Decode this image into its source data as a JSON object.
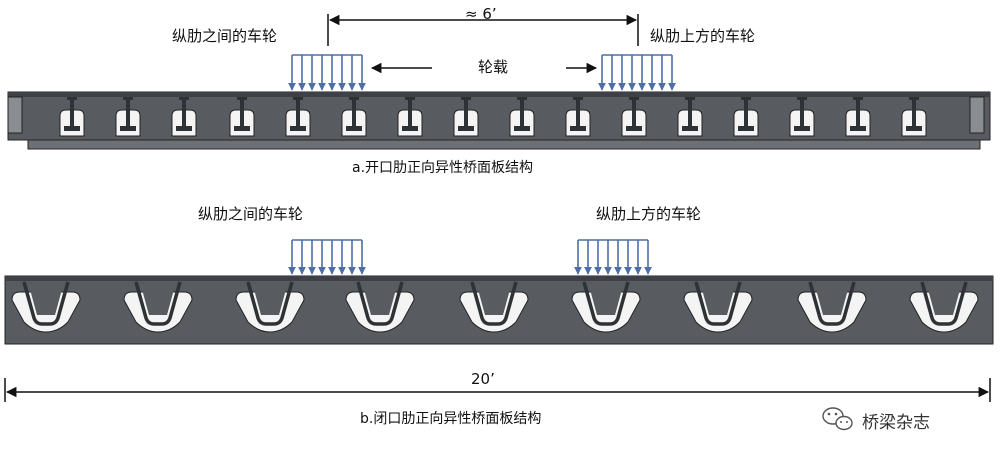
{
  "diagram_a": {
    "dimension_label": "≈ 6’",
    "label_between_ribs": "纵肋之间的车轮",
    "label_above_rib": "纵肋上方的车轮",
    "wheel_load_label": "轮载",
    "caption": "a.开口肋正向异性桥面板结构"
  },
  "diagram_b": {
    "label_between_ribs": "纵肋之间的车轮",
    "label_above_rib": "纵肋上方的车轮",
    "dimension_label": "20’",
    "caption": "b.闭口肋正向异性桥面板结构"
  },
  "watermark": {
    "text": "桥梁杂志"
  },
  "colors": {
    "deck_fill": "#585c60",
    "wheel_arrow": "#4d6fa8",
    "line": "#111111"
  }
}
